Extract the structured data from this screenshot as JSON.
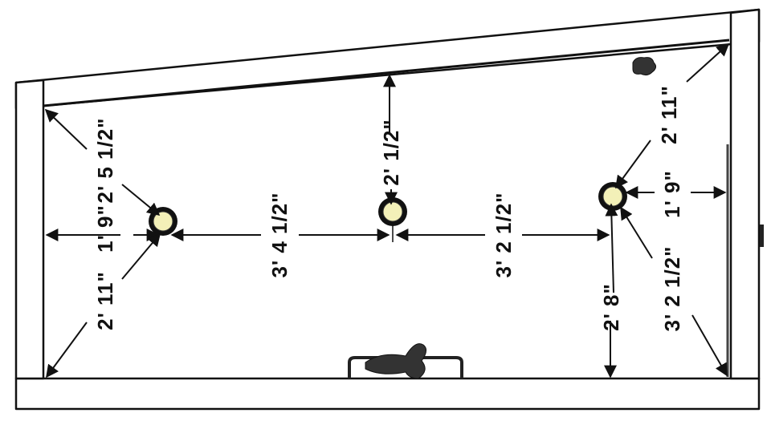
{
  "diagram": {
    "dimensions": {
      "left_upper": "2' 5 1/2\"",
      "left_mid": "1' 9\"",
      "left_lower": "2' 11\"",
      "center_left": "3' 4 1/2\"",
      "center_top": "2' 1/2\"",
      "center_right": "3' 2 1/2\"",
      "right_bottom": "2' 8\"",
      "right_upper": "2' 11\"",
      "right_mid": "1' 9\"",
      "right_lower": "3' 2 1/2\""
    },
    "colors": {
      "line": "#111111",
      "light_fill": "#f3f0b8"
    },
    "icons": {
      "light": "recessed-light-icon",
      "fixture_top": "ceiling-fixture-icon",
      "fixture_bottom": "wall-fixture-icon"
    }
  }
}
